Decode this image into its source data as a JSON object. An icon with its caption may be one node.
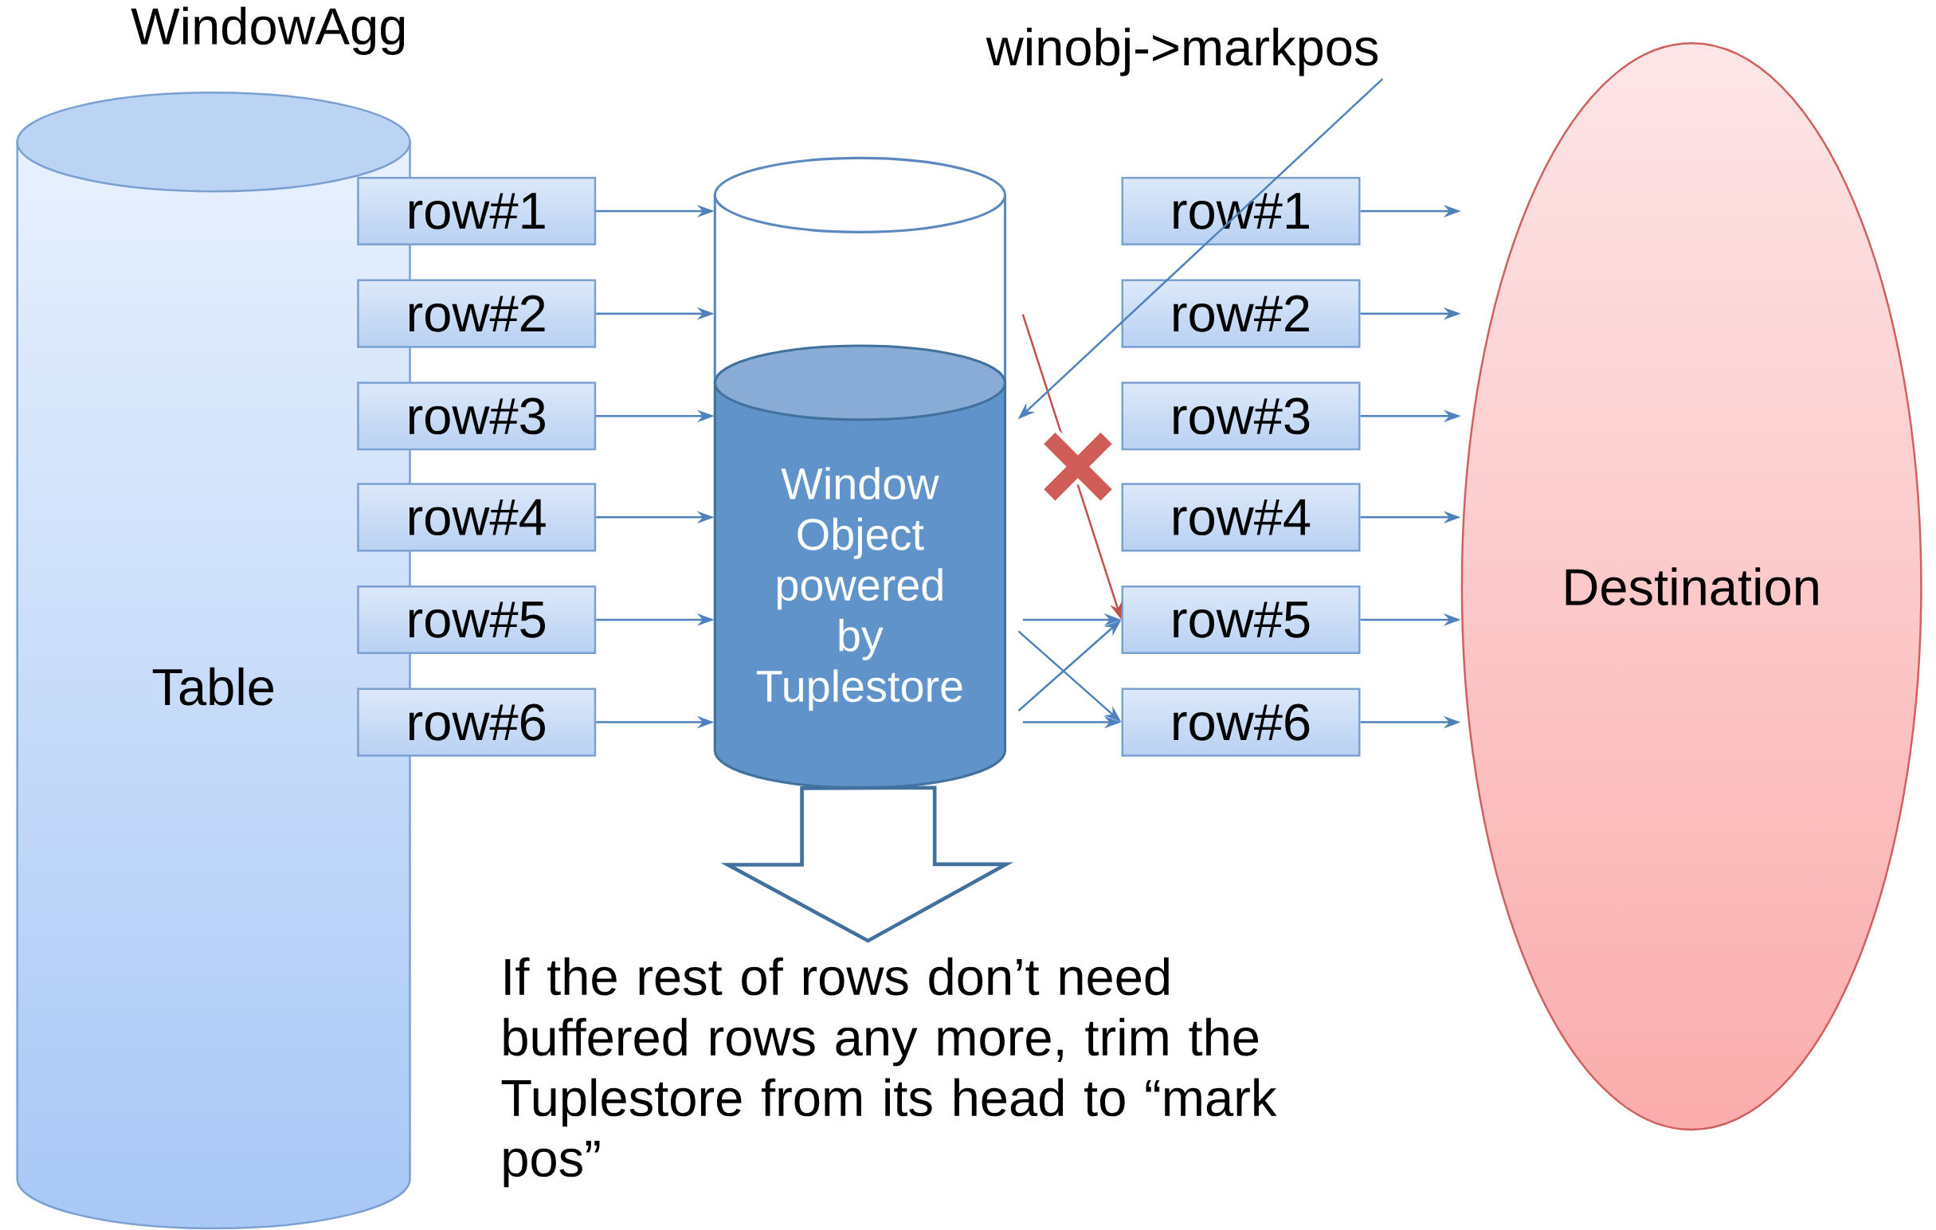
{
  "diagram": {
    "nodes": [
      {
        "text": [
          "Table"
        ]
      },
      {
        "text": [
          "row#1"
        ]
      },
      {
        "text": [
          "row#2"
        ]
      },
      {
        "text": [
          "row#3"
        ]
      },
      {
        "text": [
          "row#4"
        ]
      },
      {
        "text": [
          "row#5"
        ]
      },
      {
        "text": [
          "row#6"
        ]
      },
      {
        "text": [
          "Window Object powered by Tuplestore"
        ]
      },
      {
        "text": [
          "row#1"
        ]
      },
      {
        "text": [
          "row#2"
        ]
      },
      {
        "text": [
          "row#3"
        ]
      },
      {
        "text": [
          "row#4"
        ]
      },
      {
        "text": [
          "row#5"
        ]
      },
      {
        "text": [
          "row#6"
        ]
      },
      {
        "text": [
          "Destination"
        ]
      },
      {
        "text": [
          "winobj->markpos"
        ]
      },
      {
        "text": [
          "If the rest of rows don’t need buffered rows any more, trim the Tuplestore from its head to “mark pos”"
        ]
      }
    ],
    "edges": [
      {
        "from": 1,
        "to": 7,
        "arrow": "to"
      },
      {
        "from": 2,
        "to": 7,
        "arrow": "to"
      },
      {
        "from": 3,
        "to": 7,
        "arrow": "to"
      },
      {
        "from": 4,
        "to": 7,
        "arrow": "to"
      },
      {
        "from": 5,
        "to": 7,
        "arrow": "to"
      },
      {
        "from": 6,
        "to": 7,
        "arrow": "to"
      },
      {
        "from": 7,
        "to": 12,
        "arrow": "to"
      },
      {
        "from": 7,
        "to": 13,
        "arrow": "to"
      },
      {
        "from": 7,
        "to": 13,
        "arrow": "to"
      },
      {
        "from": 7,
        "to": 12,
        "arrow": "to"
      },
      {
        "from": 8,
        "to": 14,
        "arrow": "to"
      },
      {
        "from": 9,
        "to": 14,
        "arrow": "to"
      },
      {
        "from": 10,
        "to": 14,
        "arrow": "to"
      },
      {
        "from": 11,
        "to": 14,
        "arrow": "to"
      },
      {
        "from": 12,
        "to": 14,
        "arrow": "to"
      },
      {
        "from": 13,
        "to": 14,
        "arrow": "to"
      },
      {
        "from": 7,
        "to": 12,
        "arrow": "to",
        "color": "#c0504d"
      },
      {
        "from": 15,
        "to": 7,
        "arrow": "to"
      },
      {
        "from": 7,
        "to": 16,
        "arrow": "to",
        "style": "thick"
      }
    ],
    "labels": [
      "WindowAgg"
    ]
  }
}
